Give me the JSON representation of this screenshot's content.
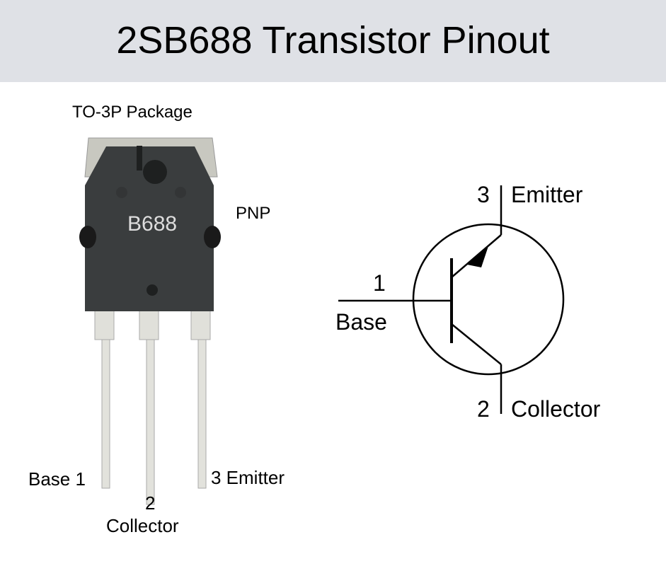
{
  "title": "2SB688 Transistor Pinout",
  "package": {
    "label": "TO-3P Package",
    "marking": "B688",
    "type": "PNP"
  },
  "pins_photo": {
    "base": "Base 1",
    "collector_num": "2",
    "collector": "Collector",
    "emitter": "3 Emitter"
  },
  "symbol": {
    "emitter_num": "3",
    "emitter": "Emitter",
    "base_num": "1",
    "base": "Base",
    "collector_num": "2",
    "collector": "Collector"
  }
}
